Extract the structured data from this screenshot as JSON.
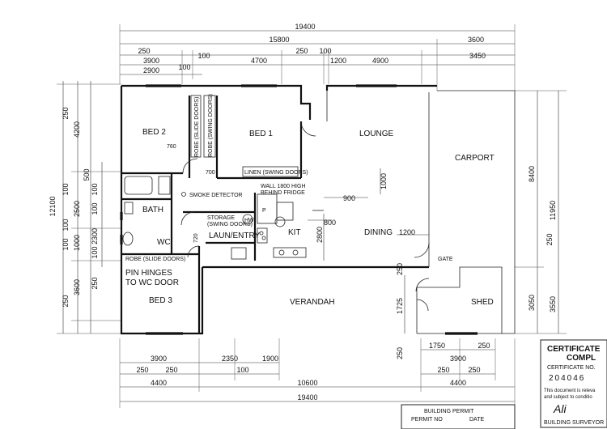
{
  "dimensions": {
    "top": {
      "overall": "19400",
      "inner": "15800",
      "carport_outer": "3600",
      "row1": [
        "250",
        "100",
        "250",
        "100",
        "3450"
      ],
      "row1b": [
        "3900",
        "4700",
        "1200",
        "4900"
      ],
      "row2": [
        "2900",
        "100"
      ]
    },
    "left": [
      "250",
      "4200",
      "12100",
      "500",
      "100",
      "100",
      "2500",
      "100",
      "2300",
      "100",
      "1000",
      "100",
      "100",
      "3600",
      "250",
      "250"
    ],
    "right": [
      "8400",
      "11950",
      "250",
      "3050",
      "3550"
    ],
    "bottom": {
      "row1": [
        "3900",
        "2350",
        "1900"
      ],
      "row1_right": [
        "1750",
        "250"
      ],
      "row2": [
        "250",
        "250",
        "100",
        "250"
      ],
      "row2_right": [
        "3900"
      ],
      "row3": [
        "4400",
        "10600",
        "250",
        "4400"
      ],
      "overall": "19400"
    },
    "interior": [
      "900",
      "1000",
      "800",
      "2800",
      "1200",
      "1725",
      "250",
      "250"
    ]
  },
  "rooms": {
    "bed2": "BED 2",
    "bed1": "BED 1",
    "lounge": "LOUNGE",
    "carport": "CARPORT",
    "bath": "BATH",
    "kit": "KIT",
    "dining": "DINING",
    "laundry": "LAUN/ENTRY",
    "wc": "WC",
    "bed3": "BED 3",
    "verandah": "VERANDAH",
    "shed": "SHED",
    "gate": "GATE"
  },
  "notes": {
    "robe_left": "ROBE (SLIDE DOORS)",
    "robe_right": "ROBE (SWING DOORS)",
    "linen": "LINEN (SWING DOORS)",
    "smoke": "SMOKE DETECTOR",
    "wall_note_1": "WALL 1800 HIGH",
    "wall_note_2": "BEHIND FRIDGE",
    "storage_1": "STORAGE",
    "storage_2": "(SWING DOORS)",
    "hw": "HW",
    "p": "P",
    "robe_bed3": "ROBE (SLIDE DOORS)",
    "pin_1": "PIN HINGES",
    "pin_2": "TO WC DOOR",
    "code_760": "760",
    "code_700": "700",
    "code_720": "720"
  },
  "certificate": {
    "line1": "CERTIFICATE",
    "line2": "COMPL",
    "line3": "CERTIFICATE NO.",
    "number": "204046",
    "line4": "This document is releva",
    "line5": "and subject to conditio",
    "signature": "Ali",
    "line6": "BUILDING SURVEYOR"
  },
  "permit": {
    "title": "BUILDING PERMIT",
    "permit_no": "PERMIT NO",
    "date": "DATE"
  }
}
